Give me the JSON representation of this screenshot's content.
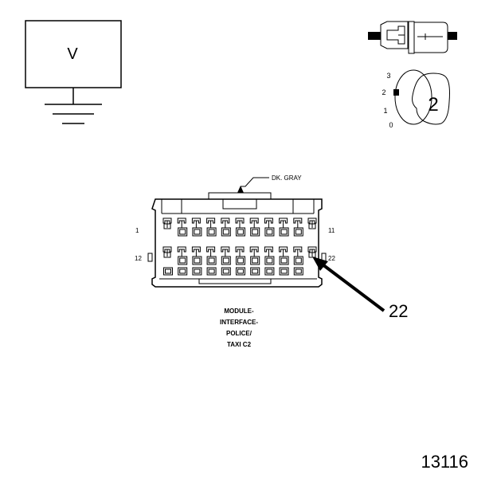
{
  "meter": {
    "label": "V"
  },
  "switch": {
    "positions": [
      "3",
      "2",
      "1",
      "0"
    ],
    "selected_label": "2"
  },
  "connector": {
    "wire_color": "DK. GRAY",
    "pin_labels": {
      "top_left": "1",
      "top_right": "11",
      "bottom_left": "12",
      "bottom_right": "22"
    },
    "callout": "22",
    "name_lines": [
      "MODULE-",
      "INTERFACE-",
      "POLICE/",
      "TAXI C2"
    ]
  },
  "figure_number": "13116"
}
